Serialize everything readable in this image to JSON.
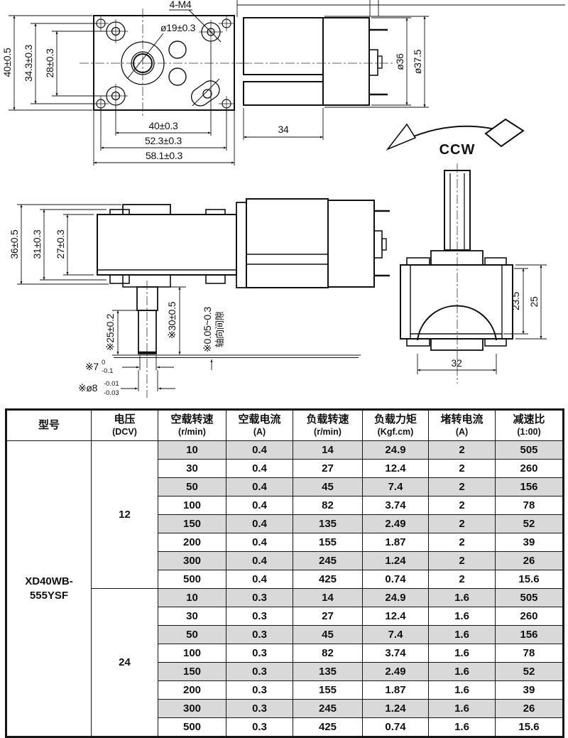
{
  "drawing": {
    "front_view": {
      "m4_label": "4-M4",
      "bore_label": "ø19±0.3",
      "h_total": "40±0.5",
      "h_holes": "34.3±0.3",
      "h_cbores": "28±0.3",
      "w_inner": "40±0.3",
      "w_mid": "52.3±0.3",
      "w_total": "58.1±0.3"
    },
    "motor_view": {
      "motor_len": "34",
      "dia_can": "ø36",
      "dia_flange": "ø37.5"
    },
    "rotation": {
      "label": "CCW"
    },
    "side_view": {
      "h_total": "36±0.5",
      "h_tabs": "31±0.3",
      "h_body": "27±0.3",
      "shaft_len": "※25±0.2",
      "shaft_total": "※30±0.5",
      "axial_gap": "※0.05~0.3",
      "axial_gap_note": "轴向间隙",
      "tip_dia": "※7",
      "tip_tol_top": "0",
      "tip_tol_bot": "-0.1",
      "journal_dia": "※ø8",
      "journal_tol_top": "-0.01",
      "journal_tol_bot": "-0.03"
    },
    "end_view": {
      "h_inner": "23.5",
      "h_outer": "25",
      "can_width": "32"
    }
  },
  "table": {
    "headers": [
      {
        "t": "型号",
        "s": ""
      },
      {
        "t": "电压",
        "s": "(DCV)"
      },
      {
        "t": "空载转速",
        "s": "(r/min)"
      },
      {
        "t": "空载电流",
        "s": "(A)"
      },
      {
        "t": "负载转速",
        "s": "(r/min)"
      },
      {
        "t": "负载力矩",
        "s": "(Kgf.cm)"
      },
      {
        "t": "堵转电流",
        "s": "(A)"
      },
      {
        "t": "减速比",
        "s": "(1:00)"
      }
    ],
    "model_line1": "XD40WB-",
    "model_line2": "555YSF",
    "groups": [
      {
        "voltage": "12",
        "rows": [
          [
            "10",
            "0.4",
            "14",
            "24.9",
            "2",
            "505"
          ],
          [
            "30",
            "0.4",
            "27",
            "12.4",
            "2",
            "260"
          ],
          [
            "50",
            "0.4",
            "45",
            "7.4",
            "2",
            "156"
          ],
          [
            "100",
            "0.4",
            "82",
            "3.74",
            "2",
            "78"
          ],
          [
            "150",
            "0.4",
            "135",
            "2.49",
            "2",
            "52"
          ],
          [
            "200",
            "0.4",
            "155",
            "1.87",
            "2",
            "39"
          ],
          [
            "300",
            "0.4",
            "245",
            "1.24",
            "2",
            "26"
          ],
          [
            "500",
            "0.4",
            "425",
            "0.74",
            "2",
            "15.6"
          ]
        ]
      },
      {
        "voltage": "24",
        "rows": [
          [
            "10",
            "0.3",
            "14",
            "24.9",
            "1.6",
            "505"
          ],
          [
            "30",
            "0.3",
            "27",
            "12.4",
            "1.6",
            "260"
          ],
          [
            "50",
            "0.3",
            "45",
            "7.4",
            "1.6",
            "156"
          ],
          [
            "100",
            "0.3",
            "82",
            "3.74",
            "1.6",
            "78"
          ],
          [
            "150",
            "0.3",
            "135",
            "2.49",
            "1.6",
            "52"
          ],
          [
            "200",
            "0.3",
            "155",
            "1.87",
            "1.6",
            "39"
          ],
          [
            "300",
            "0.3",
            "245",
            "1.24",
            "1.6",
            "26"
          ],
          [
            "500",
            "0.3",
            "425",
            "0.74",
            "1.6",
            "15.6"
          ]
        ]
      }
    ]
  }
}
